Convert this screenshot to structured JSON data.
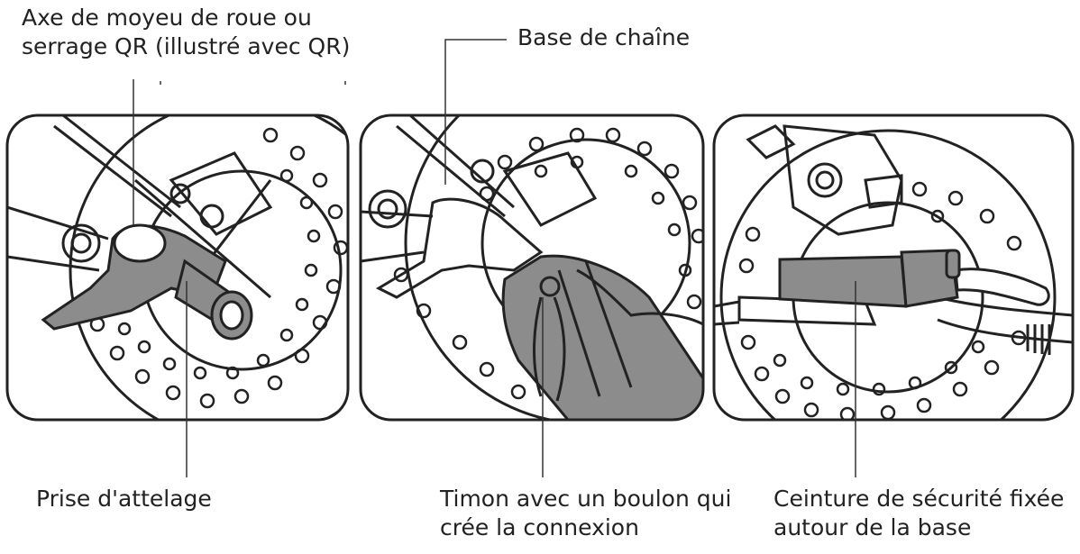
{
  "labels": {
    "axe": {
      "line1": "Axe de moyeu de roue ou",
      "line2": "serrage QR (illustré avec QR)"
    },
    "chaine": "Base de chaîne",
    "prise": "Prise d'attelage",
    "timon": {
      "line1": "Timon avec un boulon qui",
      "line2": "crée la connexion"
    },
    "ceinture": {
      "line1": "Ceinture de sécurité fixée",
      "line2": "autour de la base"
    }
  },
  "colors": {
    "ink": "#222222",
    "part_fill": "#8c8c8c",
    "background": "#ffffff"
  }
}
